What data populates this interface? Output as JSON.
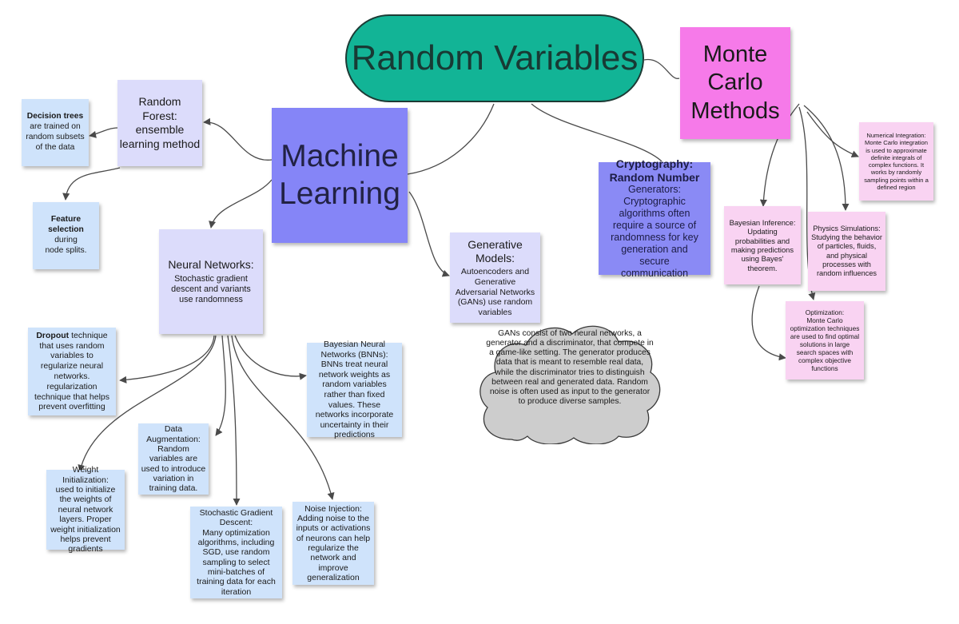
{
  "central": {
    "title": "Random Variables"
  },
  "machine_learning": {
    "title_line1": "Machine",
    "title_line2": "Learning"
  },
  "monte_carlo": {
    "line1": "Monte",
    "line2": "Carlo",
    "line3": "Methods"
  },
  "random_forest": {
    "title_line1": "Random",
    "title_line2": "Forest",
    "suffix": ":",
    "line3": "ensemble",
    "line4": "learning method"
  },
  "decision_trees": {
    "bold": "Decision trees",
    "text": "are trained on random subsets of the data"
  },
  "feature_selection": {
    "bold_line1": "Feature",
    "bold_line2": "selection",
    "text_after": " during",
    "text_line3": "node splits."
  },
  "neural_networks": {
    "title": "Neural Networks",
    "suffix": ":",
    "text": "Stochastic gradient descent and variants use randomness"
  },
  "generative_models": {
    "title": "Generative Models:",
    "text": "Autoencoders and Generative Adversarial Networks (GANs) use random variables"
  },
  "cryptography": {
    "bold": "Cryptography: Random Number",
    "text": "Generators: Cryptographic algorithms often require a source of randomness for key generation and secure communication"
  },
  "gans_cloud": {
    "text": "GANs consist of two neural networks, a generator and a discriminator, that compete in a game-like setting. The generator produces data that is meant to resemble real data, while the discriminator tries to distinguish between real and generated data. Random noise is often used as input to the generator to produce diverse samples."
  },
  "dropout": {
    "bold": "Dropout",
    "text": "technique that uses random variables to regularize neural networks. regularization technique that helps prevent overfitting"
  },
  "bayesian_nn": {
    "title": "Bayesian Neural Networks (BNNs):",
    "text": "BNNs treat neural network weights as random variables rather than fixed values. These networks incorporate uncertainty in their predictions"
  },
  "data_augmentation": {
    "title": "Data Augmentation:",
    "text": "Random variables are used to introduce variation in training data."
  },
  "weight_init": {
    "title": "Weight Initialization:",
    "text": "used to initialize the weights of neural network layers. Proper weight initialization helps prevent gradients"
  },
  "sgd": {
    "title": "Stochastic Gradient Descent:",
    "text": "Many optimization algorithms, including SGD, use random sampling to select mini-batches of training data for each iteration"
  },
  "noise_injection": {
    "title": "Noise Injection:",
    "text": "Adding noise to the inputs or activations of neurons can help regularize the network and improve generalization"
  },
  "numerical_integration": {
    "title": "Numerical Integration:",
    "text": "Monte Carlo integration is used to approximate definite integrals of complex functions. It works by randomly sampling points within a defined region"
  },
  "bayesian_inference": {
    "title": "Bayesian Inference:",
    "text": "Updating probabilities and making predictions using Bayes' theorem."
  },
  "physics_simulations": {
    "title": "Physics Simulations:",
    "text": "Studying the behavior of particles, fluids, and physical processes with random influences"
  },
  "optimization": {
    "title": "Optimization:",
    "text": "Monte Carlo optimization techniques are used to find optimal solutions in large search spaces with complex objective functions"
  },
  "colors": {
    "central": "#12b496",
    "machine_learning": "#8585f7",
    "monte_carlo": "#f67ae9",
    "lavender_note": "#dcdcfb",
    "blue_note": "#cfe3fb",
    "pink_note": "#f9d3f2",
    "cloud": "#cdcdcd",
    "connector": "#4a4a4a"
  }
}
